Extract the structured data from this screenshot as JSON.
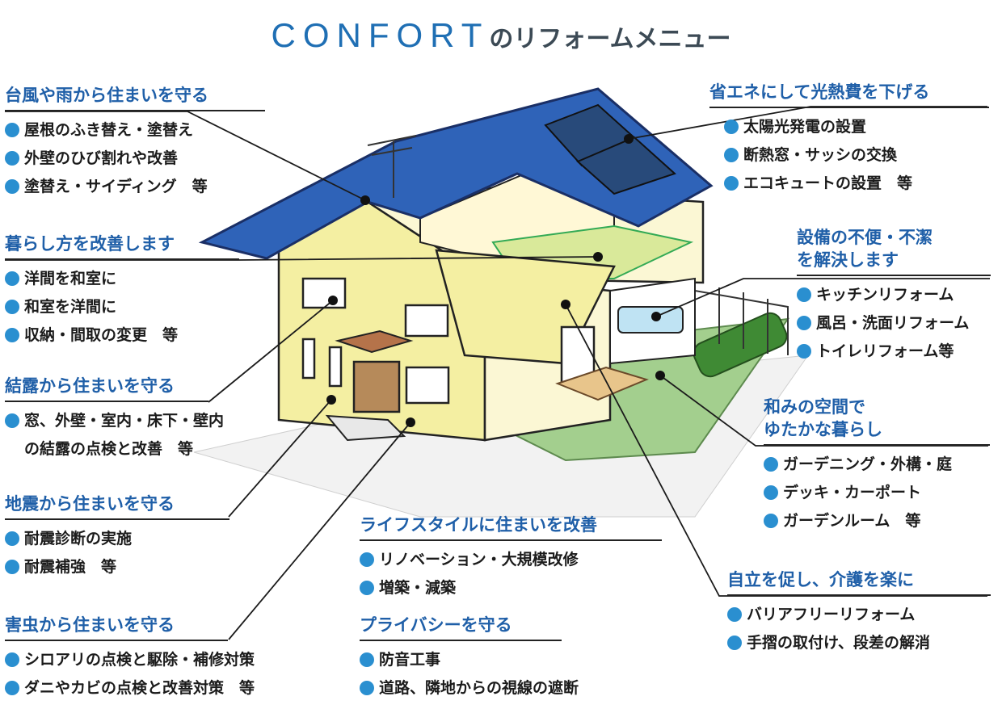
{
  "title": {
    "brand": "CONFORT",
    "rest": "のリフォームメニュー"
  },
  "colors": {
    "heading": "#1f5fa8",
    "bullet": "#2a8fd0",
    "roof": "#2f63b8",
    "wall": "#f4efa2",
    "lawn": "#a3cf8e"
  },
  "sections": {
    "typhoon": {
      "heading": "台風や雨から住まいを守る",
      "items": [
        "屋根のふき替え・塗替え",
        "外壁のひび割れや改善",
        "塗替え・サイディング　等"
      ]
    },
    "lifestyle_improve": {
      "heading": "暮らし方を改善します",
      "items": [
        "洋間を和室に",
        "和室を洋間に",
        "収納・間取の変更　等"
      ]
    },
    "condensation": {
      "heading": "結露から住まいを守る",
      "items": [
        "窓、外壁・室内・床下・壁内",
        "の結露の点検と改善　等"
      ]
    },
    "earthquake": {
      "heading": "地震から住まいを守る",
      "items": [
        "耐震診断の実施",
        "耐震補強　等"
      ]
    },
    "pests": {
      "heading": "害虫から住まいを守る",
      "items": [
        "シロアリの点検と駆除・補修対策",
        "ダニやカビの点検と改善対策　等"
      ]
    },
    "energy": {
      "heading": "省エネにして光熱費を下げる",
      "items": [
        "太陽光発電の設置",
        "断熱窓・サッシの交換",
        "エコキュートの設置　等"
      ]
    },
    "equipment": {
      "heading_line1": "設備の不便・不潔",
      "heading_line2": "を解決します",
      "items": [
        "キッチンリフォーム",
        "風呂・洗面リフォーム",
        "トイレリフォーム等"
      ]
    },
    "relax": {
      "heading_line1": "和みの空間で",
      "heading_line2": "ゆたかな暮らし",
      "items": [
        "ガーデニング・外構・庭",
        "デッキ・カーポート",
        "ガーデンルーム　等"
      ]
    },
    "lifestyle_home": {
      "heading": "ライフスタイルに住まいを改善",
      "items": [
        "リノベーション・大規模改修",
        "増築・減築"
      ]
    },
    "privacy": {
      "heading": "プライバシーを守る",
      "items": [
        "防音工事",
        "道路、隣地からの視線の遮断"
      ]
    },
    "independence": {
      "heading": "自立を促し、介護を楽に",
      "items": [
        "バリアフリーリフォーム",
        "手摺の取付け、段差の解消"
      ]
    }
  }
}
